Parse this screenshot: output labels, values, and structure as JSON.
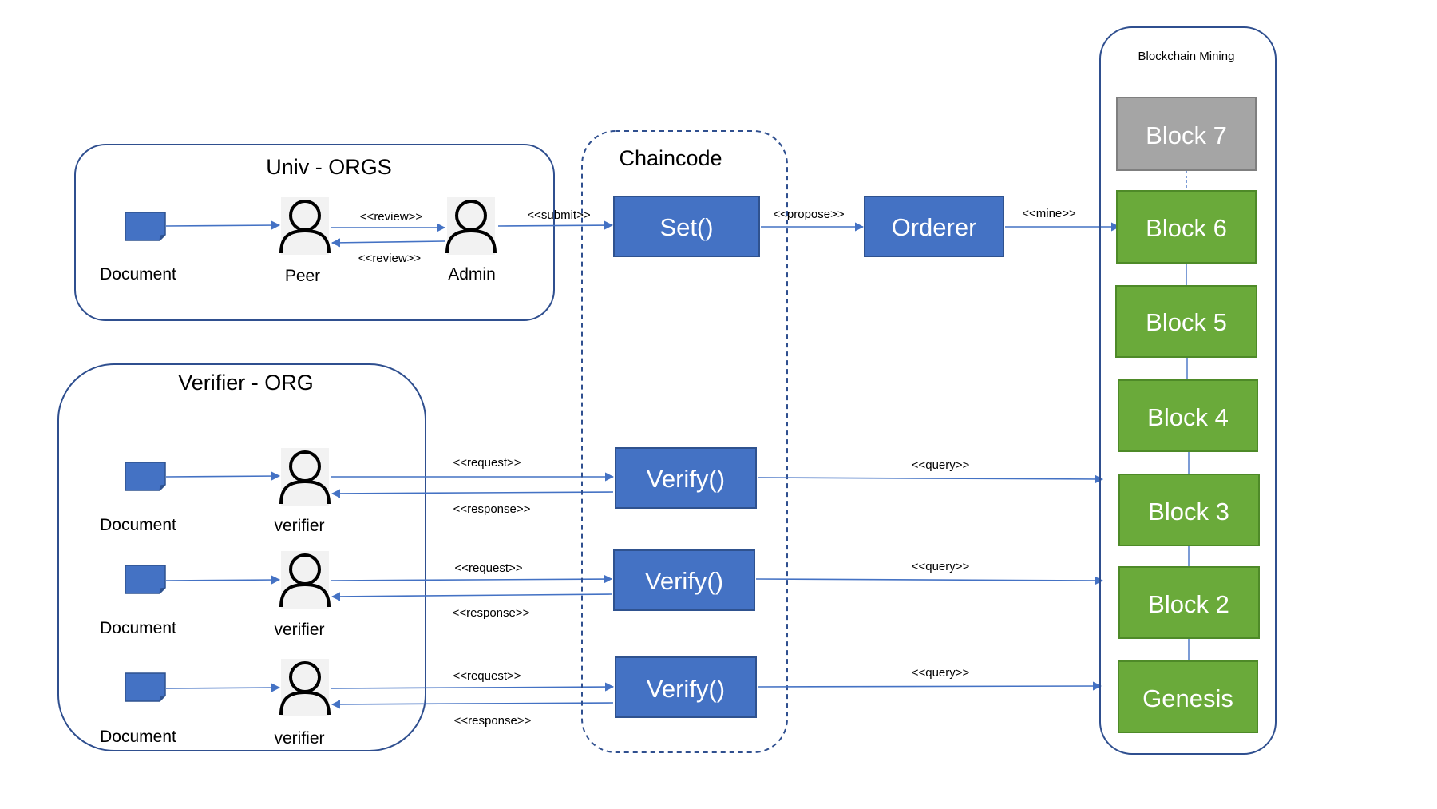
{
  "univ_org": {
    "title": "Univ - ORGS",
    "document_label": "Document",
    "peer_label": "Peer",
    "admin_label": "Admin",
    "review_forward": "<<review>>",
    "review_back": "<<review>>",
    "submit": "<<submit>>"
  },
  "verifier_org": {
    "title": "Verifier - ORG",
    "rows": [
      {
        "document_label": "Document",
        "verifier_label": "verifier",
        "request": "<<request>>",
        "response": "<<response>>",
        "query": "<<query>>"
      },
      {
        "document_label": "Document",
        "verifier_label": "verifier",
        "request": "<<request>>",
        "response": "<<response>>",
        "query": "<<query>>"
      },
      {
        "document_label": "Document",
        "verifier_label": "verifier",
        "request": "<<request>>",
        "response": "<<response>>",
        "query": "<<query>>"
      }
    ]
  },
  "chaincode": {
    "title": "Chaincode",
    "set_label": "Set()",
    "verify_labels": [
      "Verify()",
      "Verify()",
      "Verify()"
    ],
    "propose": "<<propose>>"
  },
  "orderer": {
    "label": "Orderer",
    "mine": "<<mine>>"
  },
  "blockchain": {
    "title": "Blockchain Mining",
    "blocks": [
      "Block 7",
      "Block 6",
      "Block 5",
      "Block 4",
      "Block 3",
      "Block 2",
      "Genesis"
    ]
  },
  "colors": {
    "box_blue": "#4472c4",
    "block_green": "#6aaa3a",
    "block_gray": "#a5a5a5",
    "border": "#2f4f8f"
  }
}
